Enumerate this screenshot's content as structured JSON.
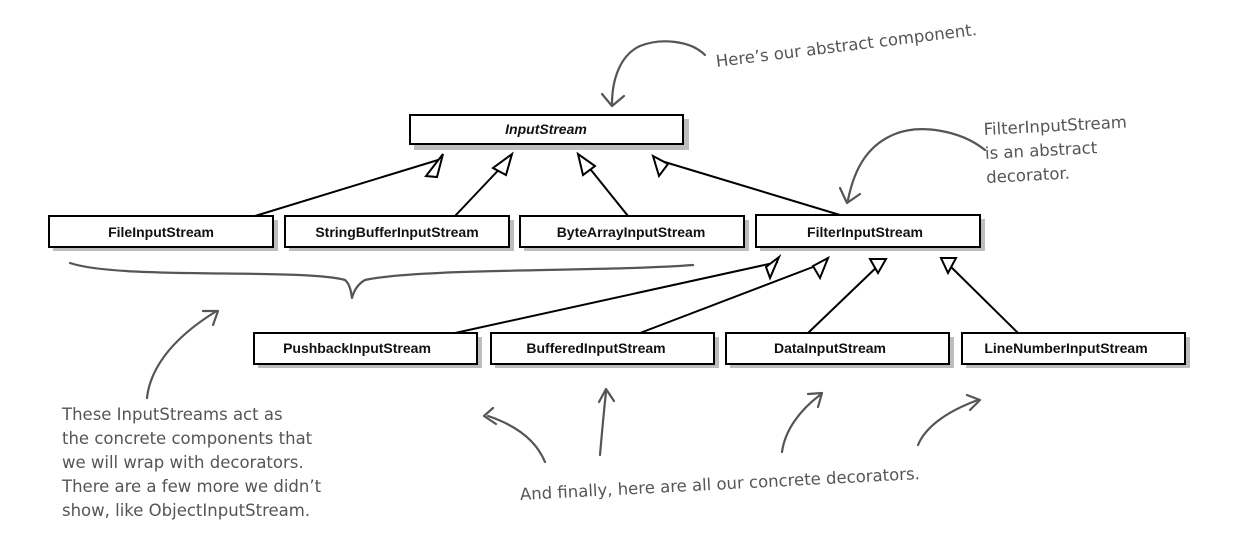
{
  "classes": {
    "input_stream": "InputStream",
    "file_input_stream": "FileInputStream",
    "string_buffer_input_stream": "StringBufferInputStream",
    "byte_array_input_stream": "ByteArrayInputStream",
    "filter_input_stream": "FilterInputStream",
    "pushback_input_stream": "PushbackInputStream",
    "buffered_input_stream": "BufferedInputStream",
    "data_input_stream": "DataInputStream",
    "line_number_input_stream": "LineNumberInputStream"
  },
  "notes": {
    "abstract_component": "Here’s our abstract component.",
    "abstract_decorator": [
      "FilterInputStream",
      "is an abstract",
      "decorator."
    ],
    "concrete_components": [
      "These InputStreams act as",
      "the concrete components that",
      "we will wrap with decorators.",
      "There are a few more we didn’t",
      "show, like ObjectInputStream."
    ],
    "concrete_decorators": "And finally, here are all our concrete decorators."
  },
  "colors": {
    "box_border": "#000000",
    "box_shadow": "#bdbdbd",
    "annotation_ink": "#555555"
  }
}
